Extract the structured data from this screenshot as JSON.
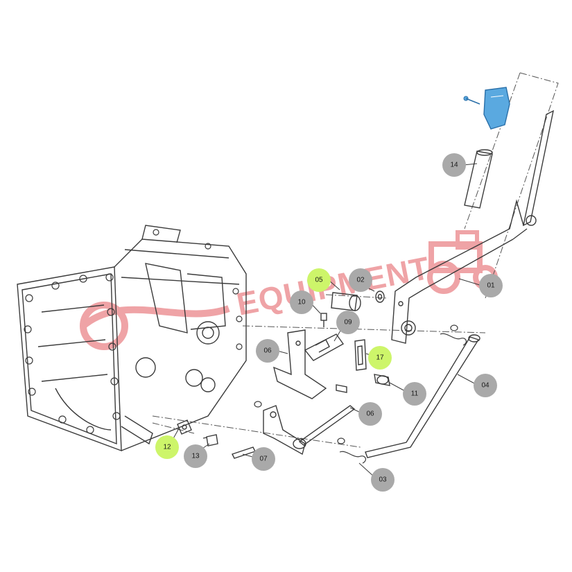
{
  "watermark": {
    "text": "EQUIPMENT",
    "color": "#e2585f"
  },
  "colors": {
    "callout_default": "#a9a9a9",
    "callout_highlight": "#cdf56a",
    "part_highlight": "#5aa9e0",
    "line": "#3a3a3a"
  },
  "callouts": [
    {
      "id": "01",
      "label": "01",
      "highlight": false
    },
    {
      "id": "02",
      "label": "02",
      "highlight": false
    },
    {
      "id": "03",
      "label": "03",
      "highlight": false
    },
    {
      "id": "04",
      "label": "04",
      "highlight": false
    },
    {
      "id": "05",
      "label": "05",
      "highlight": true
    },
    {
      "id": "06a",
      "label": "06",
      "highlight": false
    },
    {
      "id": "06b",
      "label": "06",
      "highlight": false
    },
    {
      "id": "07",
      "label": "07",
      "highlight": false
    },
    {
      "id": "09",
      "label": "09",
      "highlight": false
    },
    {
      "id": "10",
      "label": "10",
      "highlight": false
    },
    {
      "id": "11",
      "label": "11",
      "highlight": false
    },
    {
      "id": "12",
      "label": "12",
      "highlight": true
    },
    {
      "id": "13",
      "label": "13",
      "highlight": false
    },
    {
      "id": "14",
      "label": "14",
      "highlight": false
    },
    {
      "id": "17",
      "label": "17",
      "highlight": true
    }
  ]
}
